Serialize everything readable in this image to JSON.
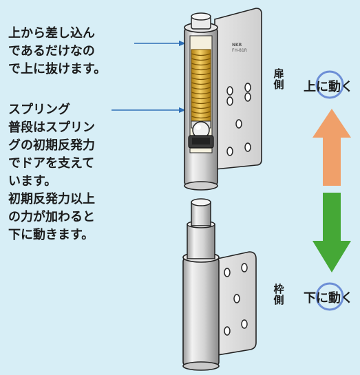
{
  "callouts": {
    "top": [
      "上から差し込ん",
      "であるだけなの",
      "で上に抜けます。"
    ],
    "spring_title": "スプリング",
    "spring_lines": [
      "普段はスプリン",
      "グの初期反発力",
      "でドアを支えて",
      "います。"
    ],
    "bottom": [
      "初期反発力以上",
      "の力が加わると",
      "下に動きます。"
    ]
  },
  "labels": {
    "door_side": [
      "扉",
      "側"
    ],
    "frame_side": [
      "枠",
      "側"
    ],
    "move_up": "上に動く",
    "move_down": "下に動く"
  },
  "stamp": {
    "brand": "NKR",
    "model": "FH-81R"
  },
  "colors": {
    "background": "#d7eef6",
    "up_arrow": "#f0a06a",
    "down_arrow": "#45a836",
    "ring": "#6d8fd6",
    "callout_line": "#2f6fb6",
    "spring": "#e2b13b"
  }
}
